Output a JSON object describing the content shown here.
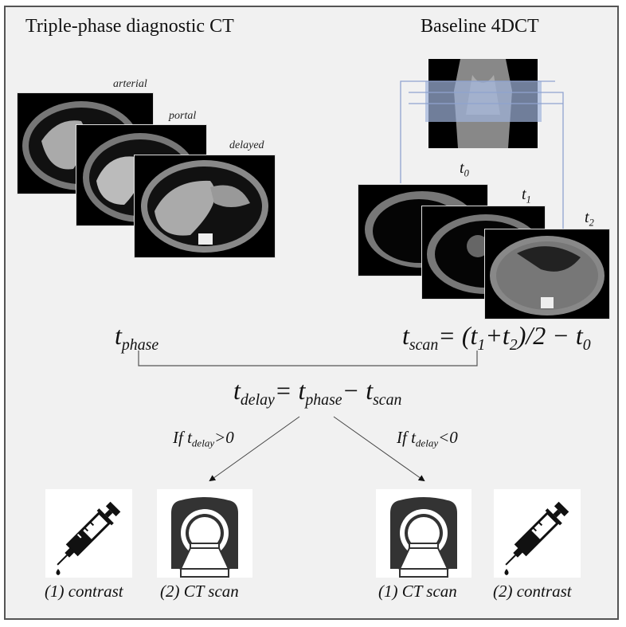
{
  "left_panel": {
    "title": "Triple-phase diagnostic CT",
    "phases": [
      {
        "label": "arterial"
      },
      {
        "label": "portal"
      },
      {
        "label": "delayed"
      }
    ]
  },
  "right_panel": {
    "title": "Baseline 4DCT",
    "timepoints": [
      {
        "t": "t",
        "sub": "0"
      },
      {
        "t": "t",
        "sub": "1"
      },
      {
        "t": "t",
        "sub": "2"
      }
    ]
  },
  "equations": {
    "t_phase": {
      "t": "t",
      "sub": "phase"
    },
    "t_scan": {
      "t": "t",
      "sub": "scan",
      "rhs_pre": "= (",
      "t1": "t",
      "t1_sub": "1",
      "plus": "+",
      "t2": "t",
      "t2_sub": "2",
      "rhs_mid": ")/2 − ",
      "t0": "t",
      "t0_sub": "0"
    },
    "t_delay": {
      "t": "t",
      "sub": "delay",
      "eq": "= ",
      "a": "t",
      "a_sub": "phase",
      "minus": "− ",
      "b": "t",
      "b_sub": "scan"
    }
  },
  "branches": {
    "left": {
      "prefix": "If ",
      "t": "t",
      "sub": "delay",
      "cond": ">0"
    },
    "right": {
      "prefix": "If ",
      "t": "t",
      "sub": "delay",
      "cond": "<0"
    }
  },
  "steps": {
    "left": [
      {
        "icon": "syringe-icon",
        "caption": "(1) contrast"
      },
      {
        "icon": "ct-scanner-icon",
        "caption": "(2) CT scan"
      }
    ],
    "right": [
      {
        "icon": "ct-scanner-icon",
        "caption": "(1) CT scan"
      },
      {
        "icon": "syringe-icon",
        "caption": "(2) contrast"
      }
    ]
  },
  "colors": {
    "background": "#f1f1f1",
    "border": "#555555",
    "overlay_blue": "#9fb4dc",
    "guide_line": "#8fa3cf",
    "icon_dark": "#333333"
  }
}
